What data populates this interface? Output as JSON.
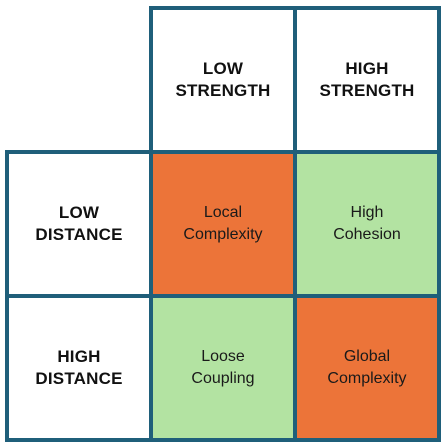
{
  "columns": [
    {
      "line1": "LOW",
      "line2": "STRENGTH"
    },
    {
      "line1": "HIGH",
      "line2": "STRENGTH"
    }
  ],
  "rows": [
    {
      "line1": "LOW",
      "line2": "DISTANCE"
    },
    {
      "line1": "HIGH",
      "line2": "DISTANCE"
    }
  ],
  "cells": [
    [
      {
        "line1": "Local",
        "line2": "Complexity",
        "color": "#ec7439"
      },
      {
        "line1": "High",
        "line2": "Cohesion",
        "color": "#b3e3a2"
      }
    ],
    [
      {
        "line1": "Loose",
        "line2": "Coupling",
        "color": "#b3e3a2"
      },
      {
        "line1": "Global",
        "line2": "Complexity",
        "color": "#ec7439"
      }
    ]
  ],
  "colors": {
    "border": "#1f5f7a",
    "header_background": "#ffffff"
  }
}
